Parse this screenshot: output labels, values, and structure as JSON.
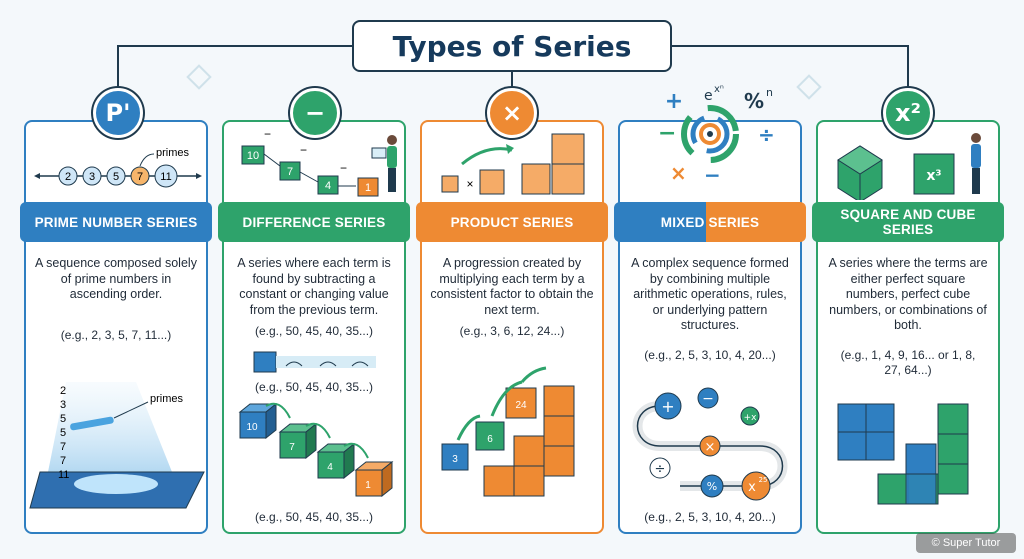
{
  "title": "Types of Series",
  "colors": {
    "blue": "#2f7fc1",
    "green": "#2ea36b",
    "orange": "#ee8a33",
    "navy": "#163a5c"
  },
  "cards": [
    {
      "badge_symbol": "P'",
      "badge_color": "blue",
      "heading": "PRIME NUMBER SERIES",
      "description": "A sequence composed solely of prime numbers in ascending order.",
      "example": "(e.g., 2, 3, 5, 7, 11...)",
      "illustration": {
        "label": "primes",
        "sequence": [
          "2",
          "3",
          "5",
          "7",
          "11"
        ],
        "column_label": "primes",
        "column": [
          "2",
          "3",
          "5",
          "5",
          "7",
          "7",
          "11"
        ]
      }
    },
    {
      "badge_symbol": "−",
      "badge_color": "green",
      "heading": "DIFFERENCE SERIES",
      "description": "A series where each term is found by subtracting a constant or changing value from the previous term.",
      "example": "(e.g., 50, 45, 40, 35...)",
      "example_2": "(e.g., 50, 45, 40, 35...)",
      "example_3": "(e.g., 50, 45, 40, 35...)",
      "illustration": {
        "steps_top": [
          "10",
          "7",
          "4",
          "1"
        ],
        "steps_bottom": [
          "10",
          "7",
          "4",
          "1"
        ],
        "op": "−"
      }
    },
    {
      "badge_symbol": "×",
      "badge_color": "orange",
      "heading": "PRODUCT SERIES",
      "description": "A progression created by multiplying each term by a consistent factor to obtain the next term.",
      "example": "(e.g., 3, 6, 12, 24...)",
      "illustration": {
        "op": "×",
        "cubes": [
          "3",
          "6",
          "24"
        ]
      }
    },
    {
      "badge_symbol": "",
      "badge_color": "mixed",
      "heading": "MIXED SERIES",
      "description": "A complex sequence formed by combining multiple arithmetic operations, rules, or underlying pattern structures.",
      "example": "(e.g., 2, 5, 3, 10, 4, 20...)",
      "example_2": "(e.g., 2, 5, 3, 10, 4, 20...)",
      "illustration": {
        "symbols_top": [
          "+",
          "e",
          "xⁿ",
          "%",
          "n",
          "−",
          "÷",
          "×",
          "−"
        ],
        "symbols_bottom": [
          "+",
          "−",
          "+x",
          "×",
          "÷",
          "%",
          "x",
          "25"
        ]
      }
    },
    {
      "badge_symbol": "x²",
      "badge_color": "green",
      "heading": "SQUARE AND CUBE SERIES",
      "description": "A series where the terms are either perfect square numbers, perfect cube numbers, or combinations of both.",
      "example": "(e.g., 1, 4, 9, 16... or 1, 8, 27, 64...)",
      "illustration": {
        "cube_label": "x³"
      }
    }
  ],
  "watermark": "© Super Tutor"
}
